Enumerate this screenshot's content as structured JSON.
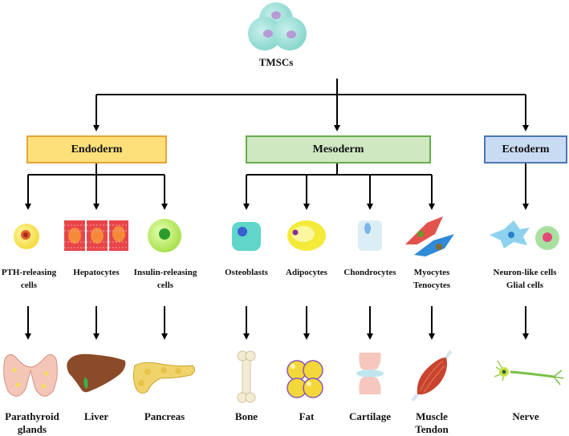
{
  "root": {
    "label": "TMSCs"
  },
  "layers": {
    "endoderm": "Endoderm",
    "mesoderm": "Mesoderm",
    "ectoderm": "Ectoderm"
  },
  "cells": {
    "pth": "PTH-releasing\ncells",
    "hepatocytes": "Hepatocytes",
    "insulin": "Insulin-releasing\ncells",
    "osteoblasts": "Osteoblasts",
    "adipocytes": "Adipocytes",
    "chondrocytes": "Chondrocytes",
    "myocytes": "Myocytes\nTenocytes",
    "neuron": "Neuron-like cells\nGlial cells"
  },
  "tissues": {
    "parathyroid": "Parathyroid\nglands",
    "liver": "Liver",
    "pancreas": "Pancreas",
    "bone": "Bone",
    "fat": "Fat",
    "cartilage": "Cartilage",
    "muscle": "Muscle\nTendon",
    "nerve": "Nerve"
  },
  "colors": {
    "endoderm_fill": "#fde07a",
    "endoderm_border": "#e9a23b",
    "mesoderm_fill": "#cfe8c2",
    "mesoderm_border": "#66ad4a",
    "ectoderm_fill": "#c9dbf2",
    "ectoderm_border": "#4b77b4"
  }
}
